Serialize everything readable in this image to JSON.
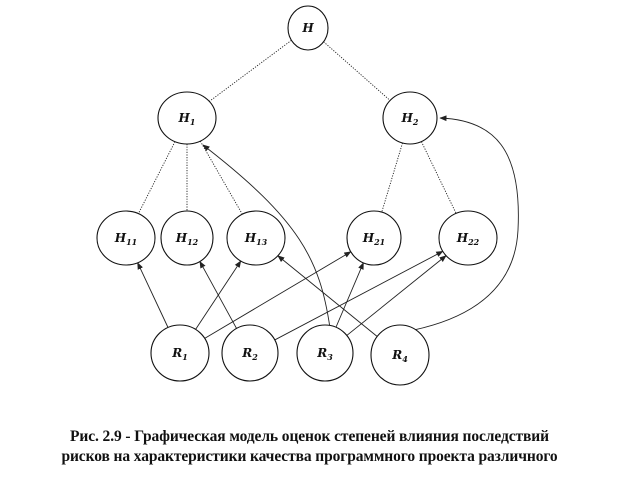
{
  "nodes": [
    {
      "id": "H",
      "label": "H",
      "sub": ""
    },
    {
      "id": "H1",
      "label": "H",
      "sub": "1"
    },
    {
      "id": "H2",
      "label": "H",
      "sub": "2"
    },
    {
      "id": "H11",
      "label": "H",
      "sub": "11"
    },
    {
      "id": "H12",
      "label": "H",
      "sub": "12"
    },
    {
      "id": "H13",
      "label": "H",
      "sub": "13"
    },
    {
      "id": "H21",
      "label": "H",
      "sub": "21"
    },
    {
      "id": "H22",
      "label": "H",
      "sub": "22"
    },
    {
      "id": "R1",
      "label": "R",
      "sub": "1"
    },
    {
      "id": "R2",
      "label": "R",
      "sub": "2"
    },
    {
      "id": "R3",
      "label": "R",
      "sub": "3"
    },
    {
      "id": "R4",
      "label": "R",
      "sub": "4"
    }
  ],
  "tree_edges": [
    [
      "H",
      "H1"
    ],
    [
      "H",
      "H2"
    ],
    [
      "H1",
      "H11"
    ],
    [
      "H1",
      "H12"
    ],
    [
      "H1",
      "H13"
    ],
    [
      "H2",
      "H21"
    ],
    [
      "H2",
      "H22"
    ]
  ],
  "influence_arrows": [
    [
      "R1",
      "H11"
    ],
    [
      "R1",
      "H13"
    ],
    [
      "R1",
      "H21"
    ],
    [
      "R2",
      "H12"
    ],
    [
      "R2",
      "H22"
    ],
    [
      "R3",
      "H1"
    ],
    [
      "R3",
      "H21"
    ],
    [
      "R3",
      "H22"
    ],
    [
      "R4",
      "H13"
    ],
    [
      "R4",
      "H2"
    ]
  ],
  "caption": {
    "line1": "Рис. 2.9 - Графическая модель оценок степеней влияния последствий",
    "line2": "рисков на характеристики качества программного проекта различного"
  }
}
